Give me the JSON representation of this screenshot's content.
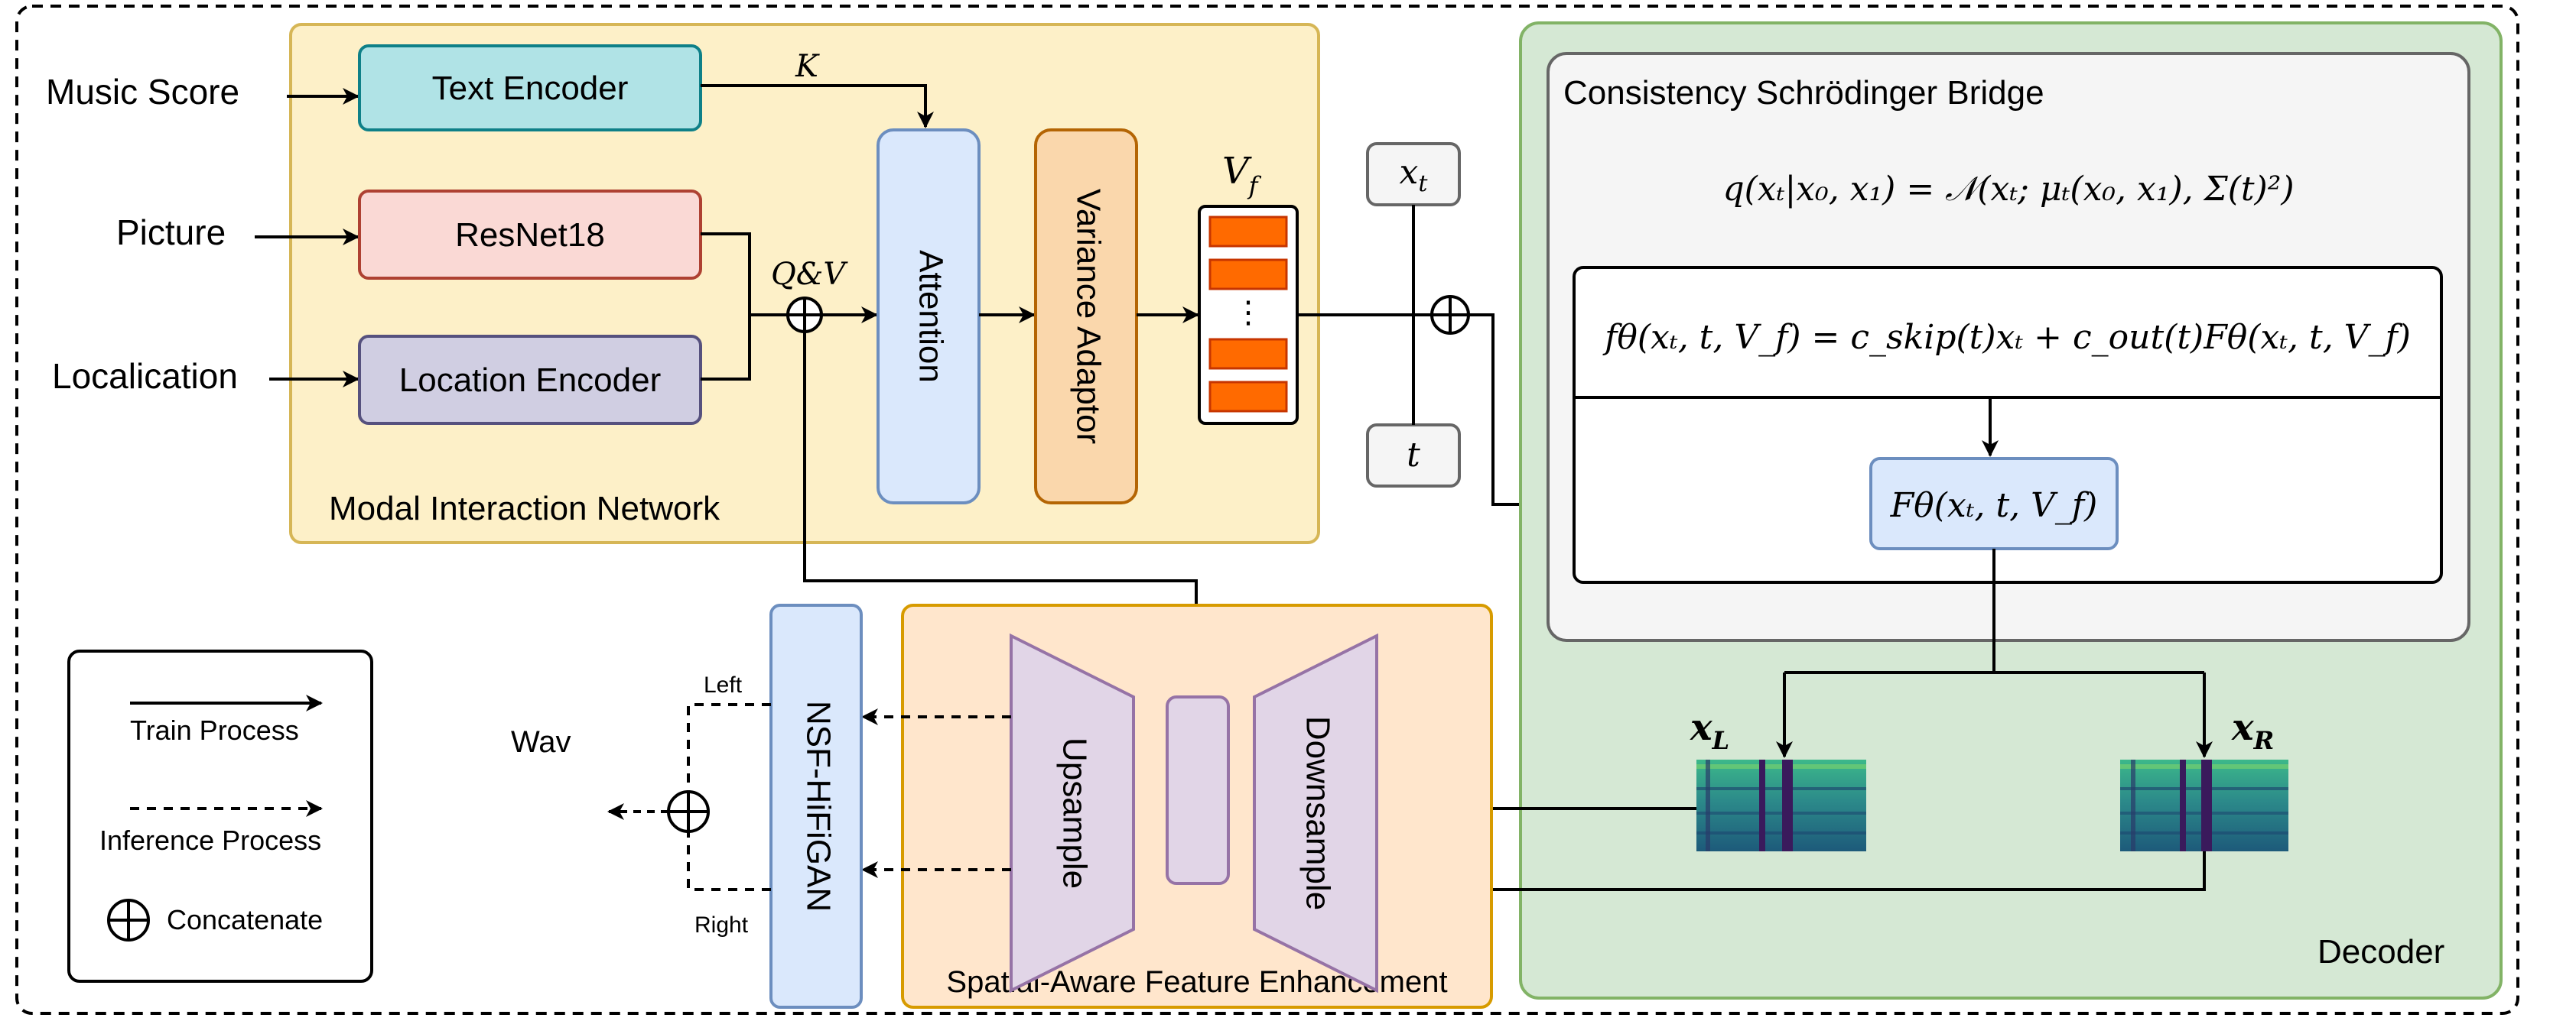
{
  "inputs": {
    "music_score": "Music Score",
    "picture": "Picture",
    "localization": "Localication"
  },
  "modal_network": {
    "label": "Modal Interaction Network",
    "text_encoder": "Text Encoder",
    "resnet": "ResNet18",
    "location_encoder": "Location Encoder",
    "attention": "Attention",
    "variance_adaptor": "Variance Adaptor",
    "k_label": "K",
    "qv_label": "Q&V",
    "vf_label": "V",
    "vf_sub": "f",
    "stack_dots": "⋮"
  },
  "noise": {
    "xt": "x",
    "xt_sub": "t",
    "t": "t"
  },
  "decoder": {
    "label": "Decoder",
    "bridge_title": "Consistency Schrödinger Bridge",
    "q_formula": "q(xₜ|x₀, x₁) = 𝒩(xₜ; μₜ(x₀, x₁), Σ(t)²)",
    "f_formula": "fθ(xₜ, t, V_f) = c_skip(t)xₜ + c_out(t)Fθ(xₜ, t, V_f)",
    "F_box": "Fθ(xₜ, t, V_f)",
    "xL": "x",
    "xL_sub": "L",
    "xR": "x",
    "xR_sub": "R"
  },
  "spatial": {
    "label": "Spatial-Aware Feature Enhancement",
    "upsample": "Upsample",
    "downsample": "Downsample"
  },
  "vocoder": {
    "nsf": "NSF-HiFiGAN",
    "left": "Left",
    "right": "Right",
    "wav": "Wav"
  },
  "legend": {
    "train": "Train Process",
    "inference": "Inference Process",
    "concatenate": "Concatenate"
  },
  "colors": {
    "modal_bg": "#fdf0c8",
    "modal_border": "#d6b656",
    "text_encoder": "#b0e3e6",
    "resnet": "#fad9d5",
    "location": "#d0cee2",
    "attention": "#dae8fc",
    "variance": "#fad7ac",
    "feature_bar": "#ff6a00",
    "decoder_bg": "#d5e8d4",
    "decoder_border": "#82b366",
    "bridge_bg": "#f5f5f5",
    "spatial_bg": "#ffe6cc",
    "spatial_border": "#d79b00",
    "trapezoid": "#e1d5e7",
    "trapezoid_border": "#9673a6",
    "nsf": "#dae8fc",
    "nsf_border": "#6c8ebf"
  }
}
